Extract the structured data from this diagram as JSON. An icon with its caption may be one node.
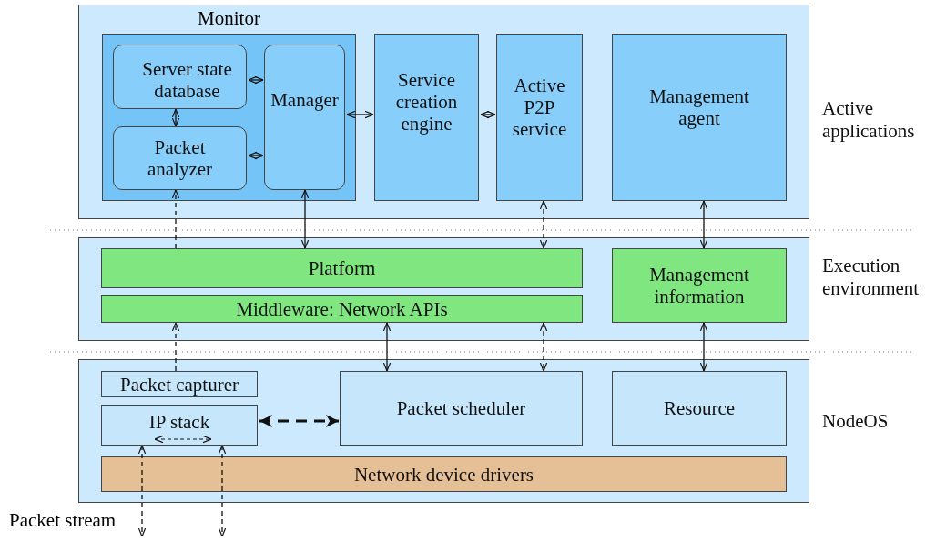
{
  "diagram": {
    "nodes": [
      {
        "text": [],
        "shape": "box",
        "beside": [
          "Active applications"
        ]
      },
      {
        "text": [
          "Monitor"
        ],
        "in": 0
      },
      {
        "text": [
          "Server state database"
        ],
        "in": 1
      },
      {
        "text": [
          "Packet analyzer"
        ],
        "in": 1
      },
      {
        "text": [
          "Manager"
        ],
        "in": 1
      },
      {
        "text": [
          "Service creation engine"
        ],
        "in": 0
      },
      {
        "text": [
          "Active P2P service"
        ],
        "in": 0
      },
      {
        "text": [
          "Management agent"
        ],
        "in": 0
      },
      {
        "text": [],
        "shape": "box",
        "beside": [
          "Execution environment"
        ]
      },
      {
        "text": [
          "Platform"
        ],
        "in": 8
      },
      {
        "text": [
          "Middleware: Network APIs"
        ],
        "in": 8
      },
      {
        "text": [
          "Management information"
        ],
        "in": 8
      },
      {
        "text": [],
        "shape": "box",
        "beside": [
          "NodeOS"
        ]
      },
      {
        "text": [
          "Packet capturer"
        ],
        "in": 12
      },
      {
        "text": [
          "IP stack"
        ],
        "in": 12
      },
      {
        "text": [
          "Packet scheduler"
        ],
        "in": 12
      },
      {
        "text": [
          "Resource"
        ],
        "in": 12
      },
      {
        "text": [
          "Network device drivers"
        ],
        "in": 12
      }
    ],
    "edges": [
      {
        "from": 2,
        "to": 4,
        "arrow": "both"
      },
      {
        "from": 3,
        "to": 4,
        "arrow": "both"
      },
      {
        "from": 2,
        "to": 3,
        "arrow": "both"
      },
      {
        "from": 4,
        "to": 5,
        "arrow": "both"
      },
      {
        "from": 5,
        "to": 6,
        "arrow": "both"
      },
      {
        "from": 9,
        "to": 3,
        "arrow": "to",
        "style": "dashed"
      },
      {
        "from": 9,
        "to": 4,
        "arrow": "both"
      },
      {
        "from": 6,
        "to": 9,
        "arrow": "both",
        "style": "dashed"
      },
      {
        "from": 7,
        "to": 11,
        "arrow": "both"
      },
      {
        "from": 13,
        "to": 10,
        "arrow": "to",
        "style": "dashed"
      },
      {
        "from": 10,
        "to": 15,
        "arrow": "both"
      },
      {
        "from": 10,
        "to": 15,
        "arrow": "both",
        "style": "dashed"
      },
      {
        "from": 11,
        "to": 16,
        "arrow": "both"
      },
      {
        "from": 14,
        "to": 15,
        "arrow": "both",
        "style": "dashed"
      },
      {
        "from": 14,
        "to": null,
        "arrow": "both",
        "style": "dashed"
      },
      {
        "from": 14,
        "to": null,
        "arrow": "both",
        "style": "dashed"
      }
    ],
    "labels": [
      "Packet stream"
    ]
  }
}
